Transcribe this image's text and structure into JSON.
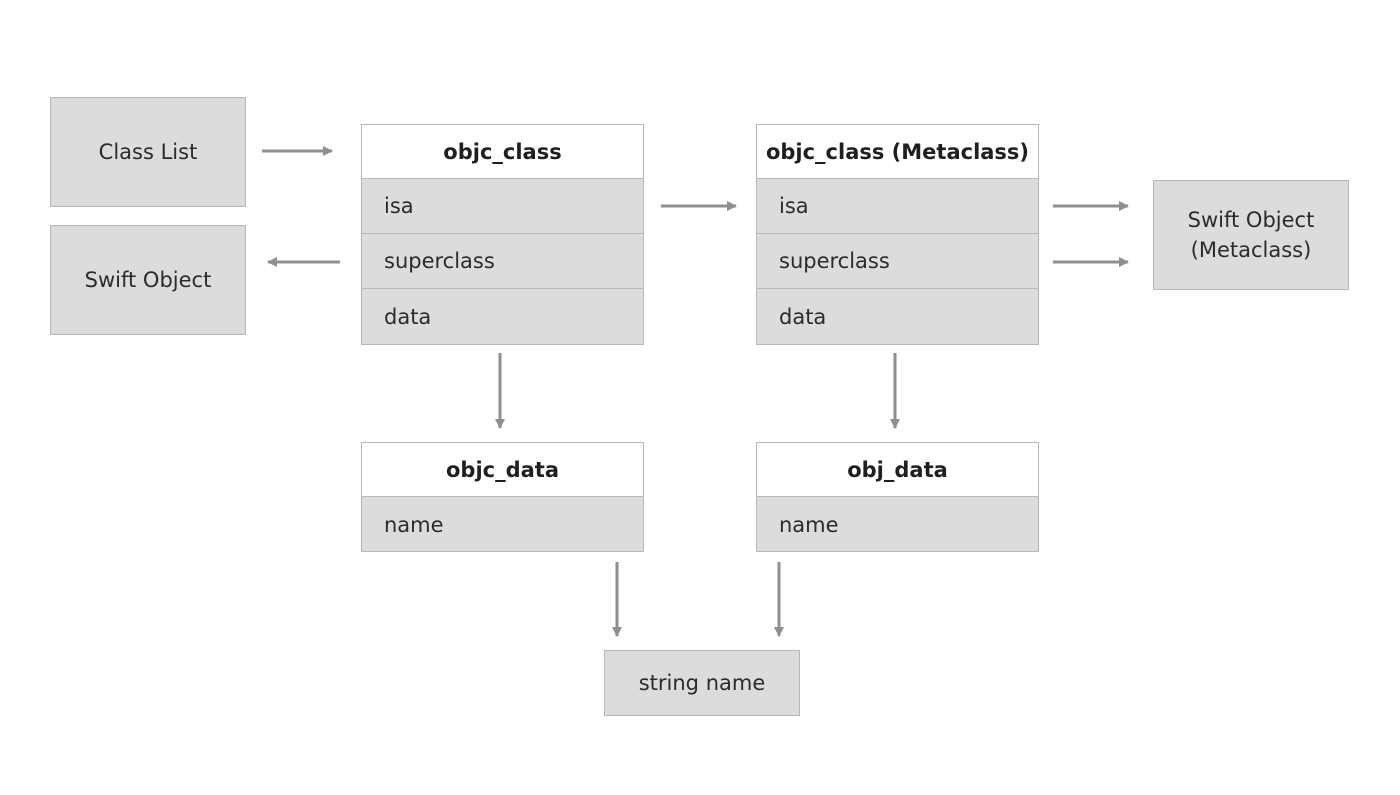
{
  "boxes": {
    "class_list": "Class List",
    "swift_object": "Swift Object",
    "swift_object_metaclass_line1": "Swift Object",
    "swift_object_metaclass_line2": "(Metaclass)",
    "string_name": "string name"
  },
  "objc_class": {
    "title": "objc_class",
    "fields": [
      "isa",
      "superclass",
      "data"
    ]
  },
  "objc_class_meta": {
    "title": "objc_class (Metaclass)",
    "fields": [
      "isa",
      "superclass",
      "data"
    ]
  },
  "objc_data": {
    "title": "objc_data",
    "fields": [
      "name"
    ]
  },
  "obj_data": {
    "title": "obj_data",
    "fields": [
      "name"
    ]
  },
  "colors": {
    "box_fill": "#dcdcdc",
    "header_fill": "#ffffff",
    "border": "#b7b7b7",
    "arrow": "#8f8f8f"
  }
}
